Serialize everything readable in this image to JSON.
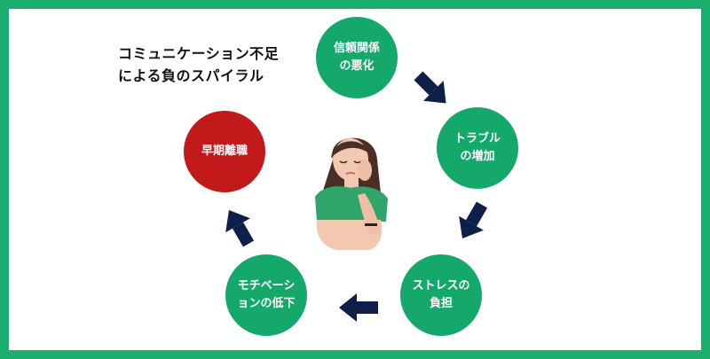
{
  "title": {
    "line1": "コミュニケーション不足",
    "line2": "による負のスパイラル"
  },
  "nodes": [
    {
      "line1": "信頼関係",
      "line2": "の悪化"
    },
    {
      "line1": "トラブル",
      "line2": "の増加"
    },
    {
      "line1": "ストレスの",
      "line2": "負担"
    },
    {
      "line1": "モチベーシ",
      "line2": "ョンの低下"
    },
    {
      "line1": "早期離職",
      "line2": ""
    }
  ],
  "colors": {
    "frame": "#1aae6f",
    "node_green": "#15a86b",
    "node_red": "#c21a1a",
    "arrow": "#0e1f4a",
    "shirt": "#2fa56a",
    "hair": "#4a2f27",
    "skin": "#f3c8b0"
  },
  "icons": [
    "arrow-icon",
    "person-illustration"
  ]
}
